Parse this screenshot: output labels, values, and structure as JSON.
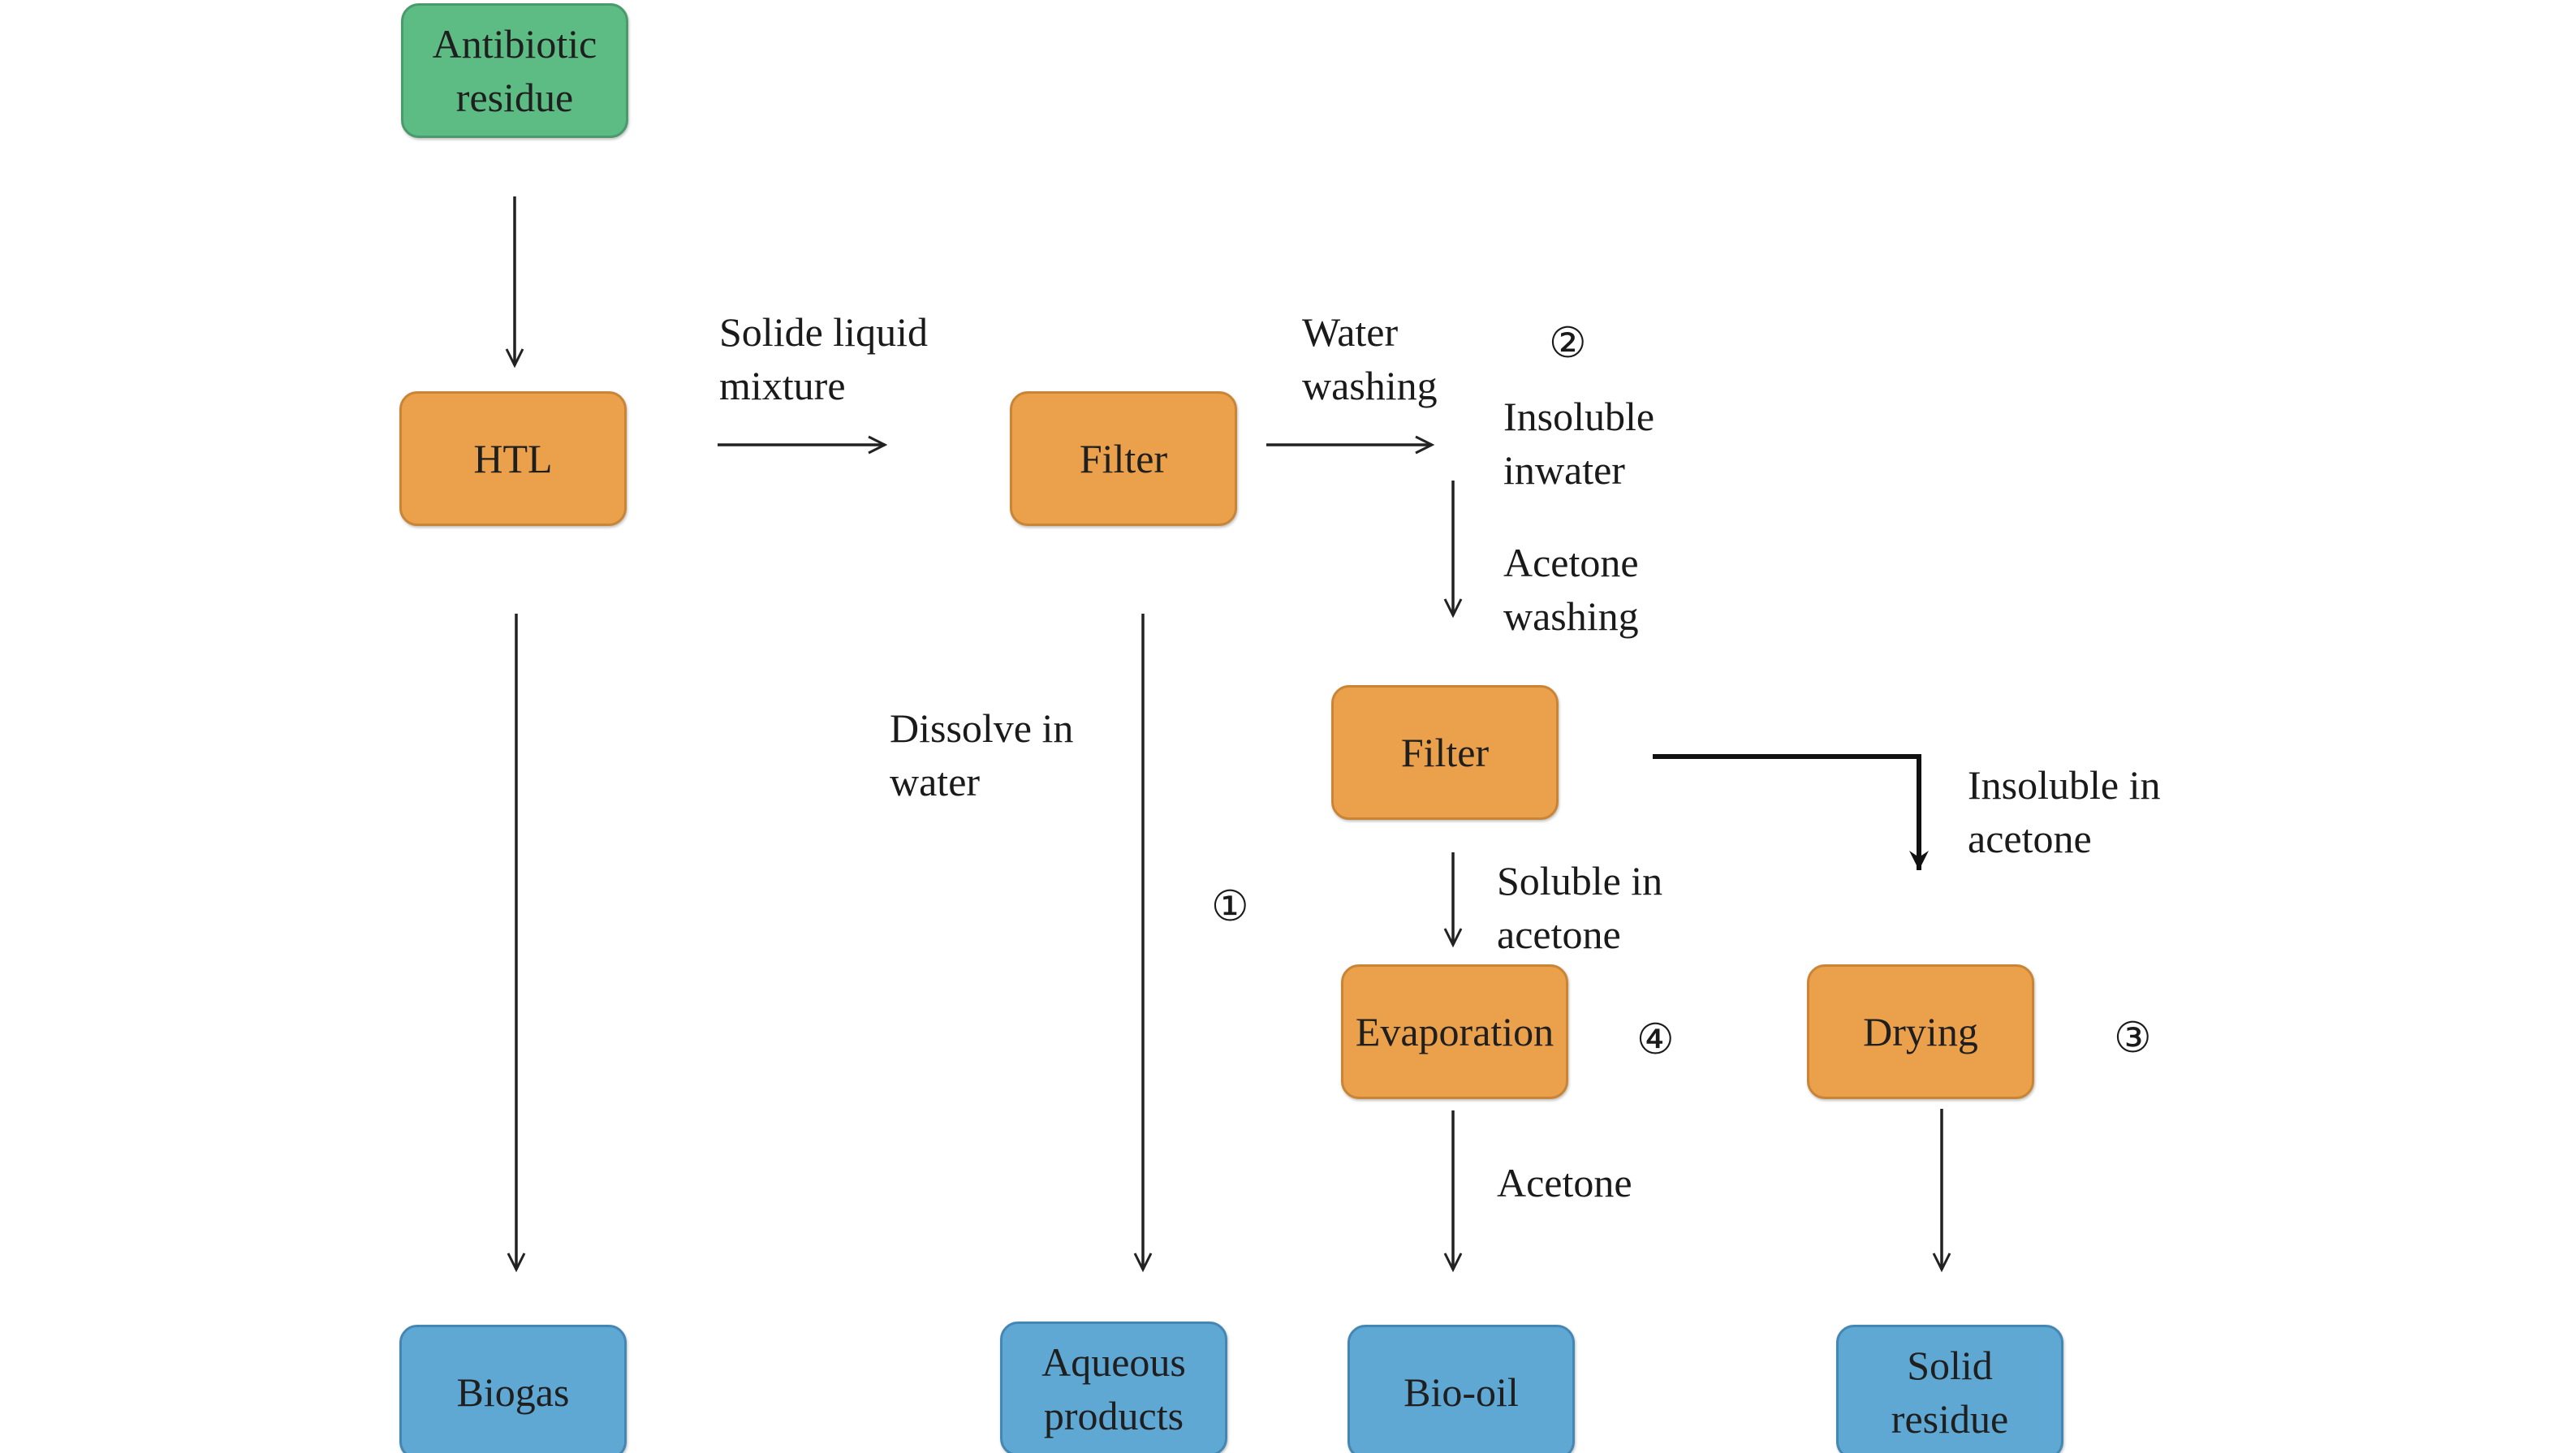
{
  "nodes": {
    "antibiotic_residue": "Antibiotic\nresidue",
    "htl": "HTL",
    "filter_1": "Filter",
    "filter_2": "Filter",
    "evaporation": "Evaporation",
    "drying": "Drying",
    "biogas": "Biogas",
    "aqueous_products": "Aqueous\nproducts",
    "bio_oil": "Bio-oil",
    "solid_residue": "Solid\nresidue"
  },
  "edge_labels": {
    "solide_liquid_mixture": "Solide liquid\nmixture",
    "water_washing": "Water\nwashing",
    "insoluble_in_water": "Insoluble\ninwater",
    "acetone_washing": "Acetone\nwashing",
    "dissolve_in_water": "Dissolve in\nwater",
    "insoluble_in_acetone": "Insoluble in\nacetone",
    "soluble_in_acetone": "Soluble in\nacetone",
    "acetone": "Acetone"
  },
  "step_numbers": {
    "step_1": "①",
    "step_2": "②",
    "step_3": "③",
    "step_4": "④"
  },
  "colors": {
    "start_node": "#5dbb84",
    "process_node": "#eba04b",
    "product_node": "#5fa8d3"
  }
}
